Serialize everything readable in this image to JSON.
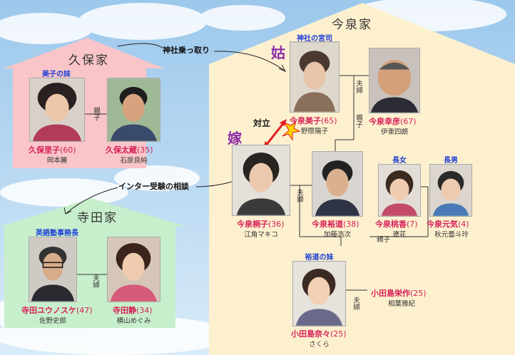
{
  "houses": {
    "imaizumi": {
      "title": "今泉家"
    },
    "kubo": {
      "title": "久保家"
    },
    "terada": {
      "title": "寺田家"
    }
  },
  "people": {
    "yoshiko": {
      "role": "神社の宮司",
      "name": "今泉美子",
      "age": "(65)",
      "actor": "野際陽子"
    },
    "yukihiko": {
      "name": "今泉幸彦",
      "age": "(67)",
      "actor": "伊東四朗"
    },
    "kiriko": {
      "name": "今泉桐子",
      "age": "(36)",
      "actor": "江角マキコ"
    },
    "hiromichi": {
      "name": "今泉裕道",
      "age": "(38)",
      "actor": "加藤浩次"
    },
    "momoka": {
      "role": "長女",
      "name": "今泉桃香",
      "age": "(7)",
      "actor": "遼花"
    },
    "genki": {
      "role": "長男",
      "name": "今泉元気",
      "age": "(4)",
      "actor": "秋元曇斗玲"
    },
    "nana": {
      "role": "裕道の妹",
      "name": "小田島奈々",
      "age": "(25)",
      "actor": "さくら"
    },
    "eisaku": {
      "name": "小田島栄作",
      "age": "(25)",
      "actor": "相葉雅紀"
    },
    "satoko": {
      "role": "美子の妹",
      "name": "久保里子",
      "age": "(60)",
      "actor": "岡本麗"
    },
    "taizo": {
      "name": "久保太蔵",
      "age": "(35)",
      "actor": "石原良純"
    },
    "yunosuke": {
      "role": "英語塾事務長",
      "name": "寺田ユウノスケ",
      "age": "(47)",
      "actor": "佐野史郎"
    },
    "shizuka": {
      "name": "寺田静",
      "age": "(34)",
      "actor": "横山めぐみ"
    }
  },
  "relations": {
    "fuufu": "夫婦",
    "oyako": "親子"
  },
  "notes": {
    "shrine": "神社乗っ取り",
    "inter": "インター受験の相談",
    "conflict": "対立",
    "shuutome": "姑",
    "yome": "嫁"
  },
  "colors": {
    "imaizumi_house": "#fdf0cf",
    "kubo_house": "#f9c5c8",
    "terada_house": "#c8efcb",
    "name": "#d61e57",
    "role": "#1f3fd6",
    "kanji_mark": "#8b2ca8"
  }
}
